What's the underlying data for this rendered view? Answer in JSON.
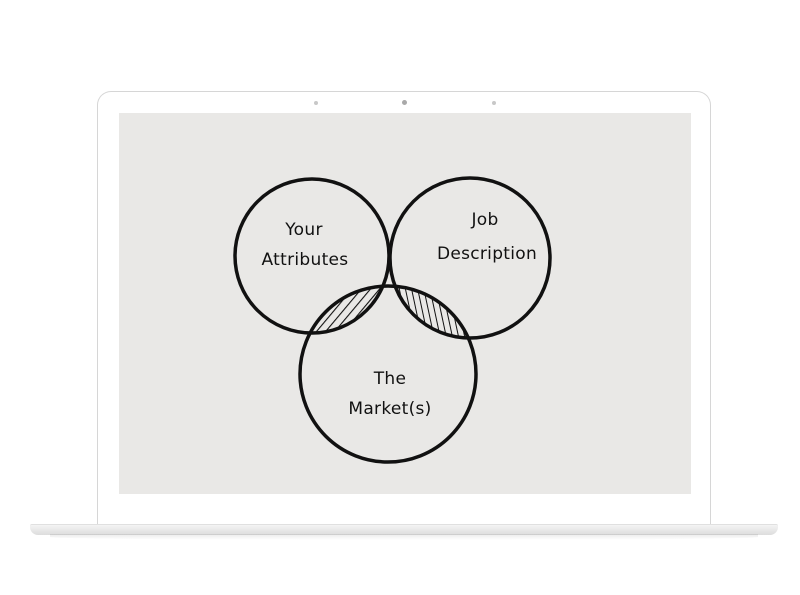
{
  "device": {
    "type": "laptop-mockup",
    "screen_background": "#e9e8e6"
  },
  "diagram": {
    "type": "venn",
    "stroke_color": "#111111",
    "circles": [
      {
        "id": "attributes",
        "label_lines": [
          "Your",
          "Attributes"
        ]
      },
      {
        "id": "job",
        "label_lines": [
          "Job",
          "Description"
        ]
      },
      {
        "id": "market",
        "label_lines": [
          "The",
          "Market(s)"
        ]
      }
    ],
    "intersections": [
      {
        "between": [
          "attributes",
          "job"
        ],
        "fill": "diagonal-hatch"
      },
      {
        "between": [
          "attributes",
          "market"
        ],
        "fill": "diagonal-hatch"
      },
      {
        "between": [
          "job",
          "market"
        ],
        "fill": "vertical-hatch"
      },
      {
        "between": [
          "attributes",
          "job",
          "market"
        ],
        "fill": "dotted-crosshatch"
      }
    ]
  }
}
